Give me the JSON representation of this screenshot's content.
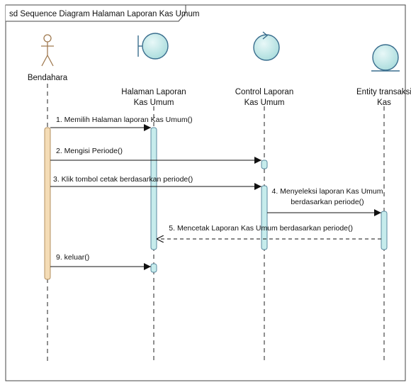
{
  "frame": {
    "label": "sd Sequence Diagram Halaman Laporan Kas Umum"
  },
  "participants": [
    {
      "id": "bendahara",
      "kind": "actor",
      "label_lines": [
        "Bendahara"
      ]
    },
    {
      "id": "halaman",
      "kind": "boundary",
      "label_lines": [
        "Halaman Laporan",
        "Kas Umum"
      ]
    },
    {
      "id": "control",
      "kind": "control",
      "label_lines": [
        "Control Laporan",
        "Kas Umum"
      ]
    },
    {
      "id": "entity",
      "kind": "entity",
      "label_lines": [
        "Entity transaksi",
        "Kas"
      ]
    }
  ],
  "messages": [
    {
      "from": "bendahara",
      "to": "halaman",
      "type": "sync",
      "label_lines": [
        "1. Memilih Halaman laporan Kas Umum()"
      ]
    },
    {
      "from": "bendahara",
      "to": "control",
      "type": "sync",
      "label_lines": [
        "2. Mengisi Periode()"
      ]
    },
    {
      "from": "bendahara",
      "to": "control",
      "type": "sync",
      "label_lines": [
        "3. Klik tombol cetak berdasarkan periode()"
      ]
    },
    {
      "from": "control",
      "to": "entity",
      "type": "sync",
      "label_lines": [
        "4. Menyeleksi laporan Kas Umum",
        "berdasarkan periode()"
      ]
    },
    {
      "from": "entity",
      "to": "halaman",
      "type": "return",
      "label_lines": [
        "5. Mencetak Laporan Kas Umum berdasarkan periode()"
      ]
    },
    {
      "from": "bendahara",
      "to": "halaman",
      "type": "sync",
      "label_lines": [
        "9. keluar()"
      ]
    }
  ],
  "colors": {
    "lifeline_fill": "#c6ecec",
    "lifeline_stroke": "#3a6e8e",
    "activation_fill": "#c6ecec",
    "activation_stroke": "#5a8aa0",
    "actor_activation_fill": "#f4dcb6",
    "actor_activation_stroke": "#b39060",
    "actor_stroke": "#a07a50",
    "line": "#222222"
  }
}
